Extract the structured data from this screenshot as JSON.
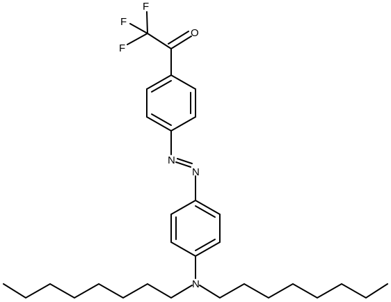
{
  "atoms": {
    "fluorine_top": "F",
    "fluorine_left": "F",
    "fluorine_bottom": "F",
    "carbonyl_oxygen": "O",
    "azo_nitrogen_1": "N",
    "azo_nitrogen_2": "N",
    "amine_nitrogen": "N"
  },
  "colors": {
    "bond": "#000000",
    "background": "#ffffff"
  }
}
